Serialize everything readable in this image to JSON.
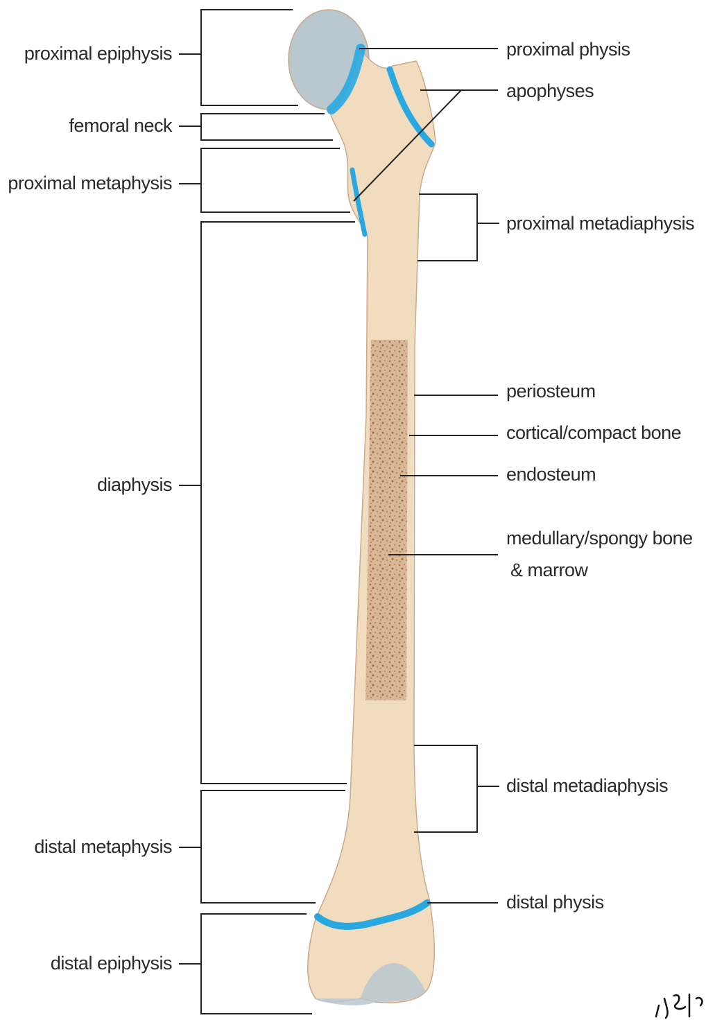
{
  "left_labels": [
    {
      "id": "proximal-epiphysis",
      "text": "proximal epiphysis"
    },
    {
      "id": "femoral-neck",
      "text": "femoral neck"
    },
    {
      "id": "proximal-metaphysis",
      "text": "proximal metaphysis"
    },
    {
      "id": "diaphysis",
      "text": "diaphysis"
    },
    {
      "id": "distal-metaphysis",
      "text": "distal metaphysis"
    },
    {
      "id": "distal-epiphysis",
      "text": "distal epiphysis"
    }
  ],
  "right_labels": [
    {
      "id": "proximal-physis",
      "text": "proximal physis"
    },
    {
      "id": "apophyses",
      "text": "apophyses"
    },
    {
      "id": "proximal-metadiaphysis",
      "text": "proximal metadiaphysis"
    },
    {
      "id": "periosteum",
      "text": "periosteum"
    },
    {
      "id": "cortical-compact-bone",
      "text": "cortical/compact bone"
    },
    {
      "id": "endosteum",
      "text": "endosteum"
    },
    {
      "id": "medullary-spongy-bone",
      "text": "medullary/spongy bone"
    },
    {
      "id": "marrow",
      "text": "& marrow"
    },
    {
      "id": "distal-metadiaphysis",
      "text": "distal metadiaphysis"
    },
    {
      "id": "distal-physis",
      "text": "distal physis"
    }
  ],
  "signature": "J. Sko",
  "colors": {
    "bone": "#f2dcc0",
    "bone_outline": "#c9a98a",
    "cartilage": "#b9c8cf",
    "physis": "#29a8e0",
    "marrow": "#c9a07a",
    "line": "#222222"
  }
}
